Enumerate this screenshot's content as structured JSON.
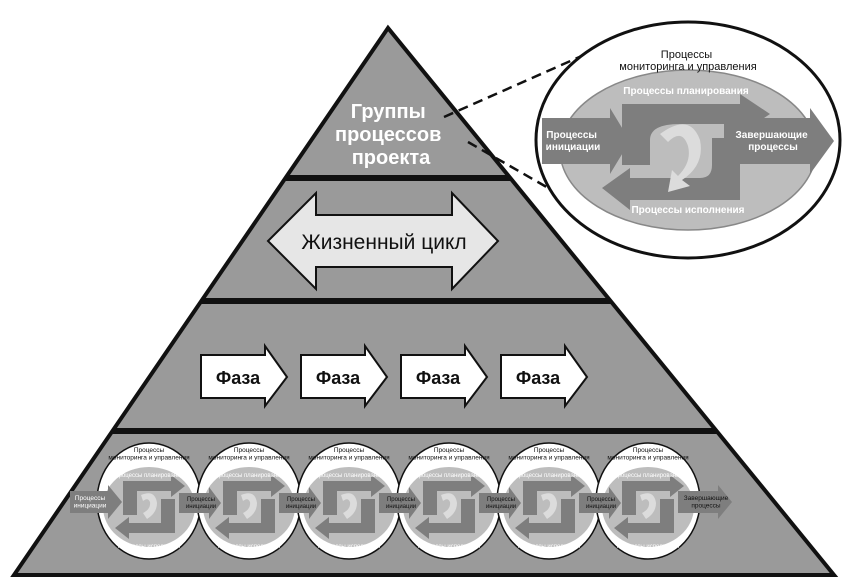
{
  "colors": {
    "tier_fill": "#9a9a9a",
    "divider": "#111111",
    "arrow_fill": "#e6e6e6",
    "cycle_ring": "#bfbfbf",
    "cycle_arrow": "#8c8c8c",
    "cycle_arrow_dark": "#7a7a7a",
    "callout_bg": "#ffffff"
  },
  "pyramid": {
    "top_title_lines": [
      "Группы",
      "процессов",
      "проекта"
    ],
    "lifecycle_label": "Жизненный цикл",
    "phases": [
      "Фаза",
      "Фаза",
      "Фаза",
      "Фаза"
    ]
  },
  "callout": {
    "monitoring_lines": [
      "Процессы",
      "мониторинга и управления"
    ],
    "planning": "Процессы планирования",
    "initiation_lines": [
      "Процессы",
      "инициации"
    ],
    "closing_lines": [
      "Завершающие",
      "процессы"
    ],
    "execution": "Процессы исполнения"
  },
  "mini_cycles": {
    "monitoring_lines": [
      "Процессы",
      "мониторинга и управления"
    ],
    "planning": "Процессы планирования",
    "execution": "Процессы исполнения",
    "connector_lines": [
      "Процессы",
      "инициации"
    ],
    "first_initiation_lines": [
      "Процессы",
      "инициации"
    ],
    "closing_lines": [
      "Завершающие",
      "процессы"
    ],
    "count": 6
  }
}
